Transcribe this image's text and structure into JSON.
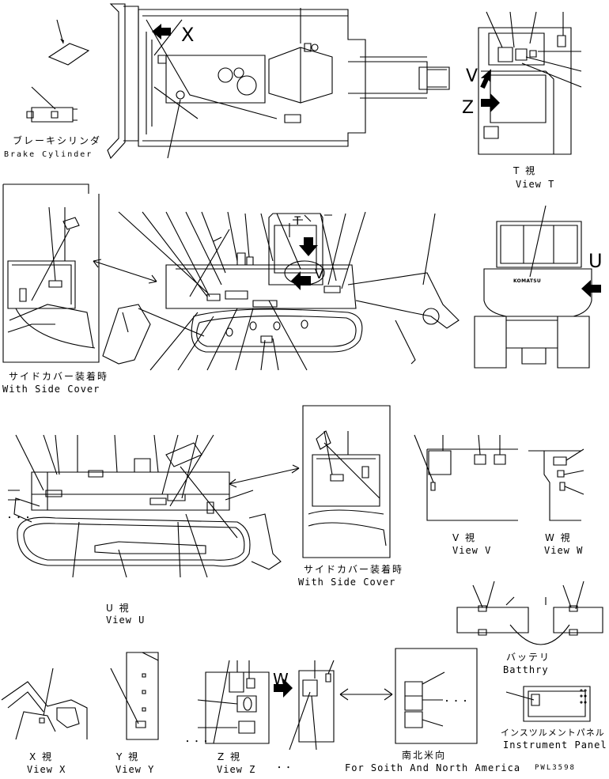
{
  "sheet": {
    "part_code": "PWL3598"
  },
  "views": {
    "brake_cylinder": {
      "jp": "ブレーキシリンダ",
      "en": "Brake Cylinder"
    },
    "with_side_cover_left": {
      "jp": "サイドカバー装着時",
      "en": "With Side Cover"
    },
    "with_side_cover_right": {
      "jp": "サイドカバー装着時",
      "en": "With Side Cover"
    },
    "view_t": {
      "jp": "T 視",
      "en": "View T"
    },
    "view_u": {
      "jp": "U 視",
      "en": "View U"
    },
    "view_v": {
      "jp": "V 視",
      "en": "View V"
    },
    "view_w": {
      "jp": "W 視",
      "en": "View W"
    },
    "view_x": {
      "jp": "X 視",
      "en": "View X"
    },
    "view_y": {
      "jp": "Y 視",
      "en": "View Y"
    },
    "view_z": {
      "jp": "Z 視",
      "en": "View Z"
    },
    "battery": {
      "jp": "バッテリ",
      "en": "Batthry"
    },
    "instrument_panel": {
      "jp": "インスツルメントパネル",
      "en": "Instrument Panel"
    },
    "america": {
      "jp": "南北米向",
      "en": "For Soith And North America"
    }
  },
  "arrow_letters": {
    "x": "X",
    "v": "V",
    "z": "Z",
    "t_letter": "T",
    "v_on_cab": "V",
    "u": "U",
    "w": "W"
  },
  "brand": "KOMATSU",
  "ellipses": {
    "z_view": "・・・",
    "america": "・・・",
    "u_left": "・・・",
    "z_mid": "・・"
  },
  "colors": {
    "ink": "#000000",
    "paper": "#ffffff"
  }
}
